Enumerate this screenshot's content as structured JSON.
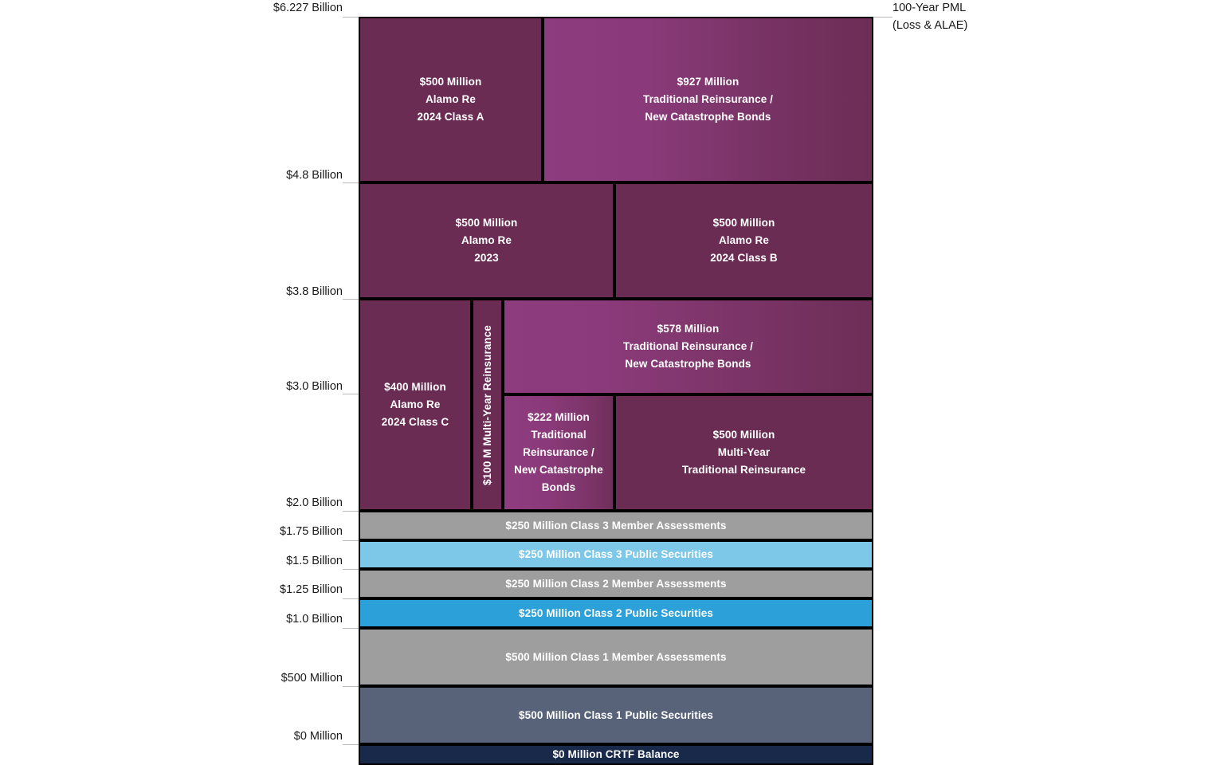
{
  "chart_data": {
    "type": "bar",
    "title": "",
    "subtitle": "",
    "xlabel": "",
    "ylabel": "",
    "ylim": [
      0,
      6227
    ],
    "units": "USD millions",
    "grid": false,
    "legend": "none",
    "annotation": {
      "line1": "100-Year PML",
      "line2": "(Loss & ALAE)",
      "at_value": 6227
    },
    "axis_ticks": [
      {
        "label": "$6.227 Billion",
        "value": 6227
      },
      {
        "label": "$4.8 Billion",
        "value": 4800
      },
      {
        "label": "$3.8 Billion",
        "value": 3800
      },
      {
        "label": "$3.0 Billion",
        "value": 3000
      },
      {
        "label": "$2.0 Billion",
        "value": 2000
      },
      {
        "label": "$1.75 Billion",
        "value": 1750
      },
      {
        "label": "$1.5 Billion",
        "value": 1500
      },
      {
        "label": "$1.25 Billion",
        "value": 1250
      },
      {
        "label": "$1.0 Billion",
        "value": 1000
      },
      {
        "label": "$500 Million",
        "value": 500
      },
      {
        "label": "$0 Million",
        "value": 0
      }
    ],
    "layers": [
      {
        "id": "alamo-re-2024-class-a",
        "amount": 500,
        "amount_text": "$500 Million",
        "name": "Alamo Re\n2024 Class A",
        "label": "$500 Million\nAlamo Re\n2024 Class A",
        "from": 4800,
        "to": 6227,
        "color": "#6b2c54",
        "fill": "plum"
      },
      {
        "id": "traditional-reinsurance-new-cat-bonds-927",
        "amount": 927,
        "amount_text": "$927 Million",
        "name": "Traditional Reinsurance /\nNew Catastrophe Bonds",
        "label": "$927 Million\nTraditional Reinsurance /\nNew Catastrophe Bonds",
        "from": 4800,
        "to": 6227,
        "color": "#8d3c7e",
        "fill": "plum-grad"
      },
      {
        "id": "alamo-re-2023",
        "amount": 500,
        "amount_text": "$500 Million",
        "name": "Alamo Re\n2023",
        "label": "$500 Million\nAlamo Re\n2023",
        "from": 3800,
        "to": 4800,
        "color": "#6b2c54",
        "fill": "plum"
      },
      {
        "id": "alamo-re-2024-class-b",
        "amount": 500,
        "amount_text": "$500 Million",
        "name": "Alamo Re\n2024 Class B",
        "label": "$500 Million\nAlamo Re\n2024 Class B",
        "from": 3800,
        "to": 4800,
        "color": "#6b2c54",
        "fill": "plum"
      },
      {
        "id": "alamo-re-2024-class-c",
        "amount": 400,
        "amount_text": "$400 Million",
        "name": "Alamo Re\n2024 Class C",
        "label": "$400 Million\nAlamo Re\n2024 Class C",
        "from": 2000,
        "to": 3800,
        "color": "#6b2c54",
        "fill": "plum"
      },
      {
        "id": "multi-year-reinsurance-100",
        "amount": 100,
        "amount_text": "$100 M",
        "name": "Multi-Year Reinsurance",
        "label": "$100 M Multi-Year Reinsurance",
        "from": 2000,
        "to": 3800,
        "color": "#6b2c54",
        "fill": "plum",
        "orientation": "vertical"
      },
      {
        "id": "traditional-reinsurance-new-cat-bonds-578",
        "amount": 578,
        "amount_text": "$578 Million",
        "name": "Traditional Reinsurance /\nNew Catastrophe Bonds",
        "label": "$578 Million\nTraditional Reinsurance /\nNew Catastrophe Bonds",
        "from": 3000,
        "to": 3800,
        "color": "#8d3c7e",
        "fill": "plum-grad2"
      },
      {
        "id": "traditional-reinsurance-new-cat-bonds-222",
        "amount": 222,
        "amount_text": "$222 Million",
        "name": "Traditional\nReinsurance /\nNew Catastrophe\nBonds",
        "label": "$222 Million\nTraditional\nReinsurance /\nNew Catastrophe\nBonds",
        "from": 2000,
        "to": 3000,
        "color": "#8d3c7e",
        "fill": "plum-grad3"
      },
      {
        "id": "multi-year-traditional-reinsurance-500",
        "amount": 500,
        "amount_text": "$500 Million",
        "name": "Multi-Year\nTraditional Reinsurance",
        "label": "$500 Million\nMulti-Year\nTraditional Reinsurance",
        "from": 2000,
        "to": 3000,
        "color": "#6b2c54",
        "fill": "plum"
      },
      {
        "id": "class-3-member-assessments",
        "amount": 250,
        "amount_text": "$250 Million",
        "name": "Class 3 Member Assessments",
        "label": "$250 Million Class 3 Member Assessments",
        "from": 1750,
        "to": 2000,
        "color": "#9e9e9e",
        "fill": "gray"
      },
      {
        "id": "class-3-public-securities",
        "amount": 250,
        "amount_text": "$250 Million",
        "name": "Class 3 Public Securities",
        "label": "$250 Million Class 3 Public Securities",
        "from": 1500,
        "to": 1750,
        "color": "#7dc8e8",
        "fill": "blue-lt"
      },
      {
        "id": "class-2-member-assessments",
        "amount": 250,
        "amount_text": "$250 Million",
        "name": "Class 2 Member Assessments",
        "label": "$250 Million Class 2 Member Assessments",
        "from": 1250,
        "to": 1500,
        "color": "#9e9e9e",
        "fill": "gray"
      },
      {
        "id": "class-2-public-securities",
        "amount": 250,
        "amount_text": "$250 Million",
        "name": "Class 2 Public Securities",
        "label": "$250 Million Class 2 Public Securities",
        "from": 1000,
        "to": 1250,
        "color": "#2ca0d8",
        "fill": "blue-md"
      },
      {
        "id": "class-1-member-assessments",
        "amount": 500,
        "amount_text": "$500 Million",
        "name": "Class 1 Member Assessments",
        "label": "$500 Million Class 1 Member Assessments",
        "from": 500,
        "to": 1000,
        "color": "#9e9e9e",
        "fill": "gray"
      },
      {
        "id": "class-1-public-securities",
        "amount": 500,
        "amount_text": "$500 Million",
        "name": "Class 1 Public Securities",
        "label": "$500 Million Class 1 Public Securities",
        "from": 0,
        "to": 500,
        "color": "#58637a",
        "fill": "slate"
      },
      {
        "id": "crtf-balance",
        "amount": 0,
        "amount_text": "$0 Million",
        "name": "CRTF Balance",
        "label": "$0 Million CRTF Balance",
        "from": 0,
        "to": 0,
        "color": "#18294a",
        "fill": "navy"
      }
    ]
  },
  "axis": {
    "t0": "$6.227 Billion",
    "t1": "$4.8 Billion",
    "t2": "$3.8 Billion",
    "t3": "$3.0 Billion",
    "t4": "$2.0 Billion",
    "t5": "$1.75 Billion",
    "t6": "$1.5 Billion",
    "t7": "$1.25 Billion",
    "t8": "$1.0 Billion",
    "t9": "$500 Million",
    "t10": "$0 Million"
  },
  "callout": {
    "line1": "100-Year PML",
    "line2": "(Loss & ALAE)"
  },
  "blocks": {
    "alamo_a": "$500 Million\nAlamo Re\n2024 Class A",
    "trad_927": "$927 Million\nTraditional Reinsurance /\nNew Catastrophe Bonds",
    "alamo_2023": "$500 Million\nAlamo Re\n2023",
    "alamo_b": "$500 Million\nAlamo Re\n2024 Class B",
    "alamo_c": "$400 Million\nAlamo Re\n2024 Class C",
    "multi_year_100": "$100 M Multi-Year Reinsurance",
    "trad_578": "$578 Million\nTraditional Reinsurance /\nNew Catastrophe Bonds",
    "trad_222": "$222 Million\nTraditional\nReinsurance /\nNew Catastrophe\nBonds",
    "multi_500": "$500 Million\nMulti-Year\nTraditional Reinsurance",
    "c3_member": "$250 Million Class 3 Member Assessments",
    "c3_public": "$250 Million Class 3 Public Securities",
    "c2_member": "$250 Million Class 2 Member Assessments",
    "c2_public": "$250 Million Class 2 Public Securities",
    "c1_member": "$500 Million Class 1 Member Assessments",
    "c1_public": "$500 Million Class 1 Public Securities",
    "crtf": "$0 Million CRTF Balance"
  }
}
